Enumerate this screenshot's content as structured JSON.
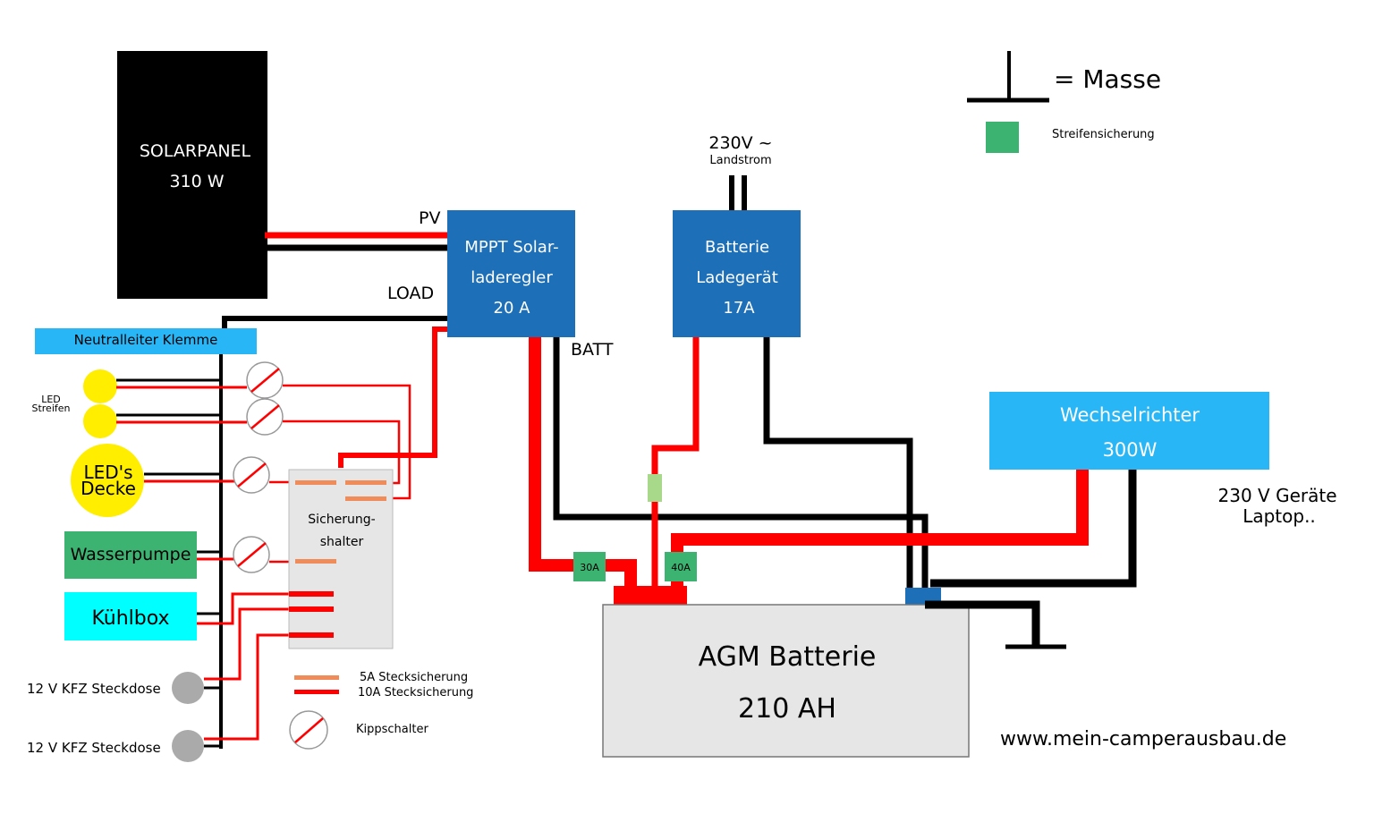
{
  "solar_panel": {
    "line1": "SOLARPANEL",
    "line2": "310 W"
  },
  "labels": {
    "pv": "PV",
    "load": "LOAD",
    "batt": "BATT",
    "shore_volt": "230V ~",
    "shore_name": "Landstrom",
    "masse": "= Masse",
    "streifen": "Streifensicherung",
    "devices_230_l1": "230 V Geräte",
    "devices_230_l2": "Laptop..",
    "website": "www.mein-camperausbau.de"
  },
  "mppt": {
    "line1": "MPPT Solar-",
    "line2": "laderegler",
    "line3": "20 A"
  },
  "charger": {
    "line1": "Batterie",
    "line2": "Ladegerät",
    "line3": "17A"
  },
  "inverter": {
    "line1": "Wechselrichter",
    "line2": "300W"
  },
  "neutral_bar": "Neutralleiter Klemme",
  "led_strip": {
    "line1": "LED",
    "line2": "Streifen"
  },
  "led_ceiling": {
    "line1": "LED's",
    "line2": "Decke"
  },
  "water_pump": "Wasserpumpe",
  "cool_box": "Kühlbox",
  "socket1": "12 V KFZ Steckdose",
  "socket2": "12 V KFZ Steckdose",
  "fuse_box": {
    "line1": "Sicherung-",
    "line2": "shalter"
  },
  "fuses": {
    "f30": "30A",
    "f40": "40A"
  },
  "battery": {
    "line1": "AGM Batterie",
    "line2": "210 AH"
  },
  "legend": {
    "fuse5": "5A Stecksicherung",
    "fuse10": "10A Stecksicherung",
    "switch": "Kippschalter"
  },
  "colors": {
    "positive": "#ff0000",
    "negative": "#000000",
    "blue_box": "#1d6fb8",
    "light_blue": "#29b6f6",
    "green": "#3cb371",
    "yellow": "#ffee00",
    "orange_fuse": "#f08c5a"
  }
}
